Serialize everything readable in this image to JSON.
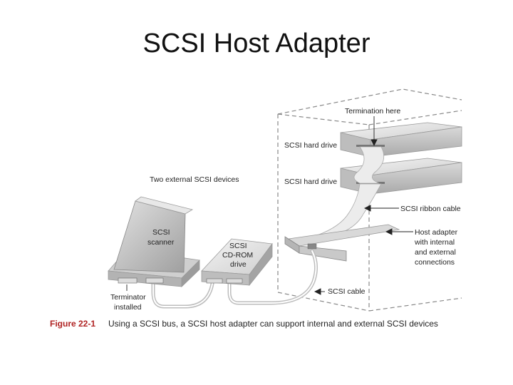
{
  "slide": {
    "title": "SCSI Host Adapter"
  },
  "diagram": {
    "labels": {
      "termination_here": "Termination here",
      "hard_drive_1": "SCSI hard drive",
      "hard_drive_2": "SCSI hard drive",
      "two_external": "Two external SCSI devices",
      "ribbon_cable": "SCSI ribbon cable",
      "host_adapter_lines": [
        "Host adapter",
        "with internal",
        "and external",
        "connections"
      ],
      "scsi_cable": "SCSI cable",
      "scanner_lines": [
        "SCSI",
        "scanner"
      ],
      "cdrom_lines": [
        "SCSI",
        "CD-ROM",
        "drive"
      ],
      "terminator_lines": [
        "Terminator",
        "installed"
      ]
    },
    "caption": {
      "figure": "Figure 22-1",
      "text": "Using a SCSI bus, a SCSI host adapter can support internal and external SCSI devices"
    }
  },
  "colors": {
    "device_light": "#e6e6e6",
    "device_mid": "#c8c8c8",
    "device_dark": "#9a9a9a",
    "dashed_case": "#888888",
    "figure_label": "#b02323"
  }
}
